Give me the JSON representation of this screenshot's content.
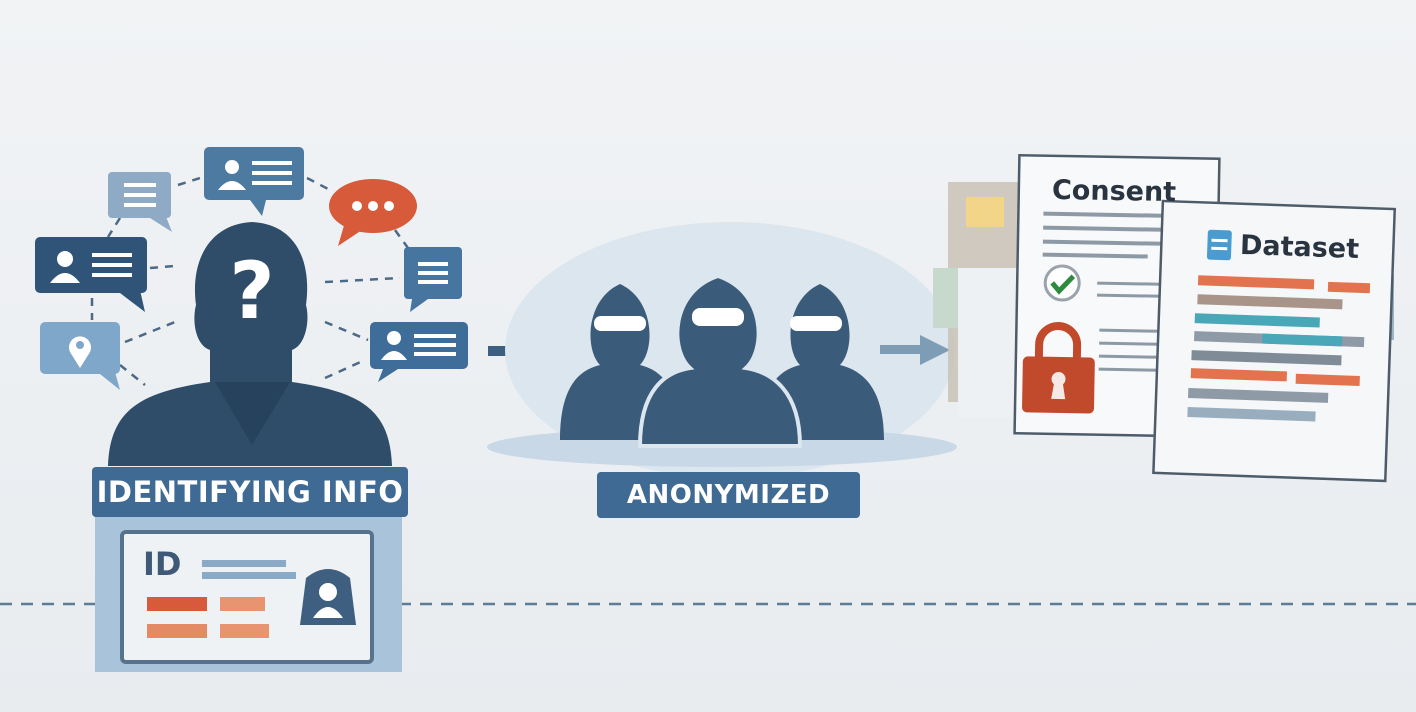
{
  "stages": [
    {
      "id": "identifying",
      "label": "IDENTIFYING INFO",
      "card_text": "ID"
    },
    {
      "id": "anonymized",
      "label": "ANONYMIZED"
    },
    {
      "id": "documents",
      "consent_title": "Consent",
      "dataset_title": "Dataset"
    }
  ],
  "icons": {
    "center_person": "question-mark-silhouette",
    "bubbles": [
      "profile-bubble",
      "text-bubble",
      "chat-ellipsis-bubble",
      "profile-bubble",
      "text-bubble",
      "location-bubble",
      "profile-bubble"
    ],
    "anonymous_group": "masked-people",
    "lock": "padlock",
    "check": "checkmark"
  },
  "colors": {
    "navy": "#2f4c68",
    "blue": "#3e6a93",
    "light_blue": "#a9c3da",
    "orange": "#d75a3a",
    "green": "#2e8b3e",
    "background": "#eef1f4"
  }
}
